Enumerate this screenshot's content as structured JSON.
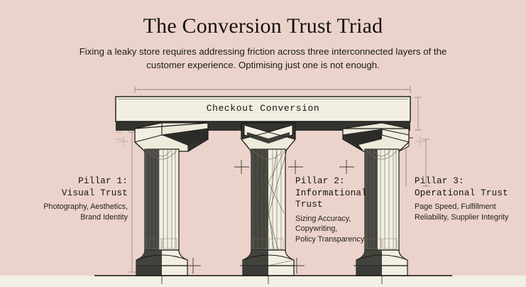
{
  "header": {
    "title": "The Conversion Trust Triad",
    "subtitle": "Fixing a leaky store requires addressing friction across three interconnected layers of the customer experience. Optimising just one is not enough."
  },
  "diagram": {
    "entablature_label": "Checkout Conversion",
    "pillars": [
      {
        "id": "pillar-1",
        "heading": "Pillar 1:\nVisual Trust",
        "description": "Photography, Aesthetics,\nBrand Identity"
      },
      {
        "id": "pillar-2",
        "heading": "Pillar 2:\nInformational\nTrust",
        "description": "Sizing Accuracy,\nCopywriting,\nPolicy Transparency"
      },
      {
        "id": "pillar-3",
        "heading": "Pillar 3:\nOperational Trust",
        "description": "Page Speed, Fulfillment\nReliability, Supplier Integrity"
      }
    ]
  },
  "colors": {
    "background": "#EBD3CC",
    "ground_band": "#F2EFE4",
    "stone_light": "#F2EFE2",
    "stone_mid": "#E3DFCF",
    "stone_dark": "#3A3A38",
    "stone_shade": "#55554F",
    "ink": "#14120F",
    "guide_line": "#8A7A74"
  }
}
